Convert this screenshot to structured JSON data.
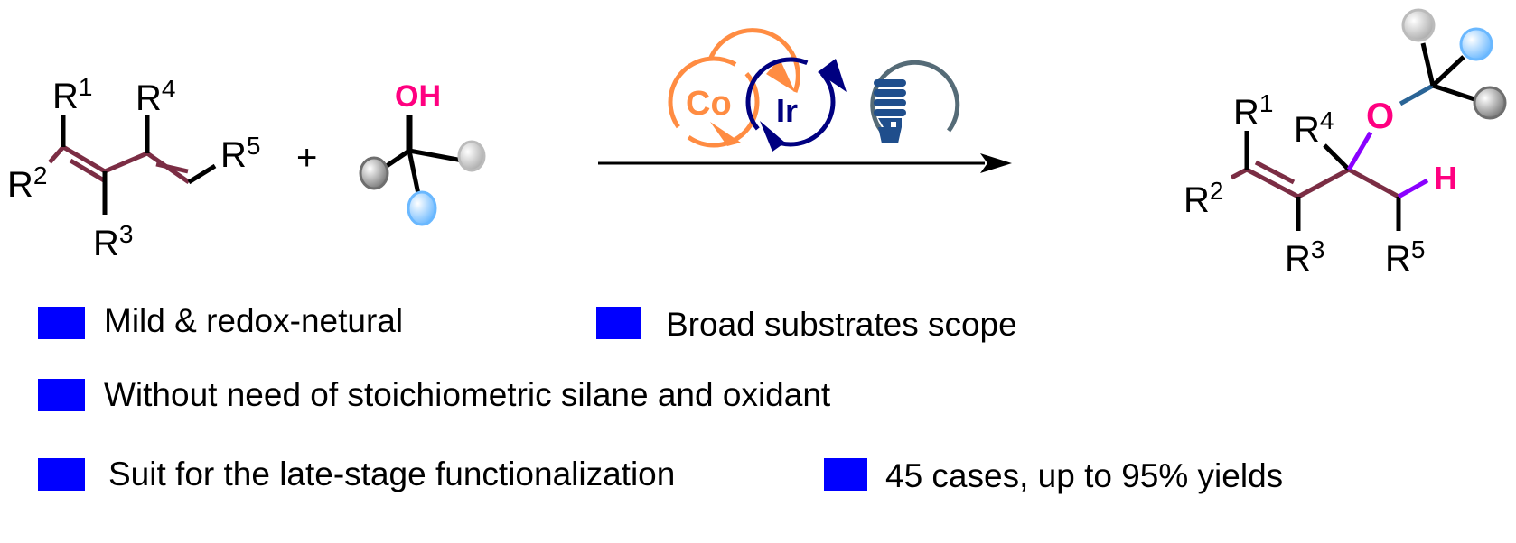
{
  "reactant": {
    "r1": "R",
    "r1_sup": "1",
    "r2": "R",
    "r2_sup": "2",
    "r3": "R",
    "r3_sup": "3",
    "r4": "R",
    "r4_sup": "4",
    "r5": "R",
    "r5_sup": "5"
  },
  "plus": "+",
  "alcohol": {
    "oh": "OH"
  },
  "catalysts": {
    "co": "Co",
    "ir": "Ir",
    "light": "light-bulb-icon"
  },
  "product": {
    "r1": "R",
    "r1_sup": "1",
    "r2": "R",
    "r2_sup": "2",
    "r3": "R",
    "r3_sup": "3",
    "r4": "R",
    "r4_sup": "4",
    "r5": "R",
    "r5_sup": "5",
    "o": "O",
    "h": "H"
  },
  "features": [
    "Mild & redox-netural",
    "Broad substrates scope",
    "Without need of stoichiometric silane and oxidant",
    "Suit for the late-stage functionalization",
    "45 cases, up to 95% yields"
  ],
  "colors": {
    "chain": "#7b2d44",
    "heteroatom": "#ff0080",
    "cobalt": "#ff8c42",
    "iridium": "#000080",
    "bullet": "#0000ff",
    "new_bond": "#8a00ff"
  }
}
